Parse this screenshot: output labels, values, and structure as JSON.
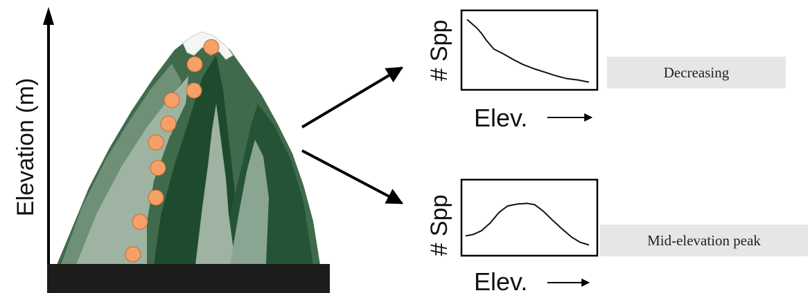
{
  "mountain": {
    "axis_label": "Elevation (m)",
    "sample_points": 10,
    "point_color": "#f4a066",
    "ground_color": "#1c1c1c",
    "palette": {
      "dark_green": "#1e4a2e",
      "mid_green": "#3f6b4c",
      "light_green": "#6f8f77",
      "pale_green": "#9fb3a2",
      "snow": "#f4f6f4"
    }
  },
  "panels": [
    {
      "id": "decreasing",
      "y_label": "# Spp",
      "x_label": "Elev.",
      "pattern_label": "Decreasing",
      "curve": [
        [
          0,
          0.94
        ],
        [
          0.04,
          0.88
        ],
        [
          0.08,
          0.82
        ],
        [
          0.12,
          0.74
        ],
        [
          0.16,
          0.64
        ],
        [
          0.22,
          0.52
        ],
        [
          0.3,
          0.45
        ],
        [
          0.38,
          0.37
        ],
        [
          0.46,
          0.3
        ],
        [
          0.55,
          0.24
        ],
        [
          0.64,
          0.19
        ],
        [
          0.73,
          0.14
        ],
        [
          0.82,
          0.1
        ],
        [
          0.91,
          0.08
        ],
        [
          1,
          0.05
        ]
      ]
    },
    {
      "id": "mid-elevation-peak",
      "y_label": "# Spp",
      "x_label": "Elev.",
      "pattern_label": "Mid-elevation peak",
      "curve": [
        [
          0,
          0.22
        ],
        [
          0.06,
          0.24
        ],
        [
          0.13,
          0.3
        ],
        [
          0.2,
          0.42
        ],
        [
          0.27,
          0.58
        ],
        [
          0.34,
          0.68
        ],
        [
          0.42,
          0.71
        ],
        [
          0.5,
          0.72
        ],
        [
          0.56,
          0.7
        ],
        [
          0.63,
          0.6
        ],
        [
          0.7,
          0.47
        ],
        [
          0.78,
          0.33
        ],
        [
          0.86,
          0.2
        ],
        [
          0.93,
          0.12
        ],
        [
          1,
          0.08
        ]
      ]
    }
  ]
}
